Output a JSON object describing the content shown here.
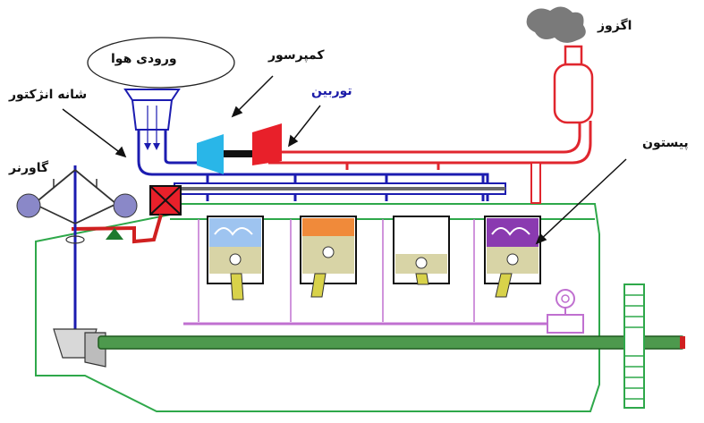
{
  "labels": {
    "exhaust": "اگزوز",
    "air_intake": "ورودی هوا",
    "compressor": "کمپرسور",
    "turbine": "توربین",
    "injector_shoulder": "شانه انژکتور",
    "governor": "گاورنر",
    "piston": "پیستون"
  },
  "colors": {
    "engine_outline": "#2ea84a",
    "intake_line": "#1c1cb0",
    "exhaust_line": "#e0262e",
    "compressor": "#29b6e8",
    "turbine": "#e8202a",
    "rack": "#d02020",
    "piston_ink": "#d8d4a6",
    "cam_rod": "#c070d0",
    "shaft": "#3c8a3c"
  },
  "icons": {
    "exhaust_smoke": "smoke-cloud-icon",
    "air_filter": "air-filter-icon",
    "fuel_pump": "fuel-pump-box-icon",
    "gear": "gear-icon"
  }
}
